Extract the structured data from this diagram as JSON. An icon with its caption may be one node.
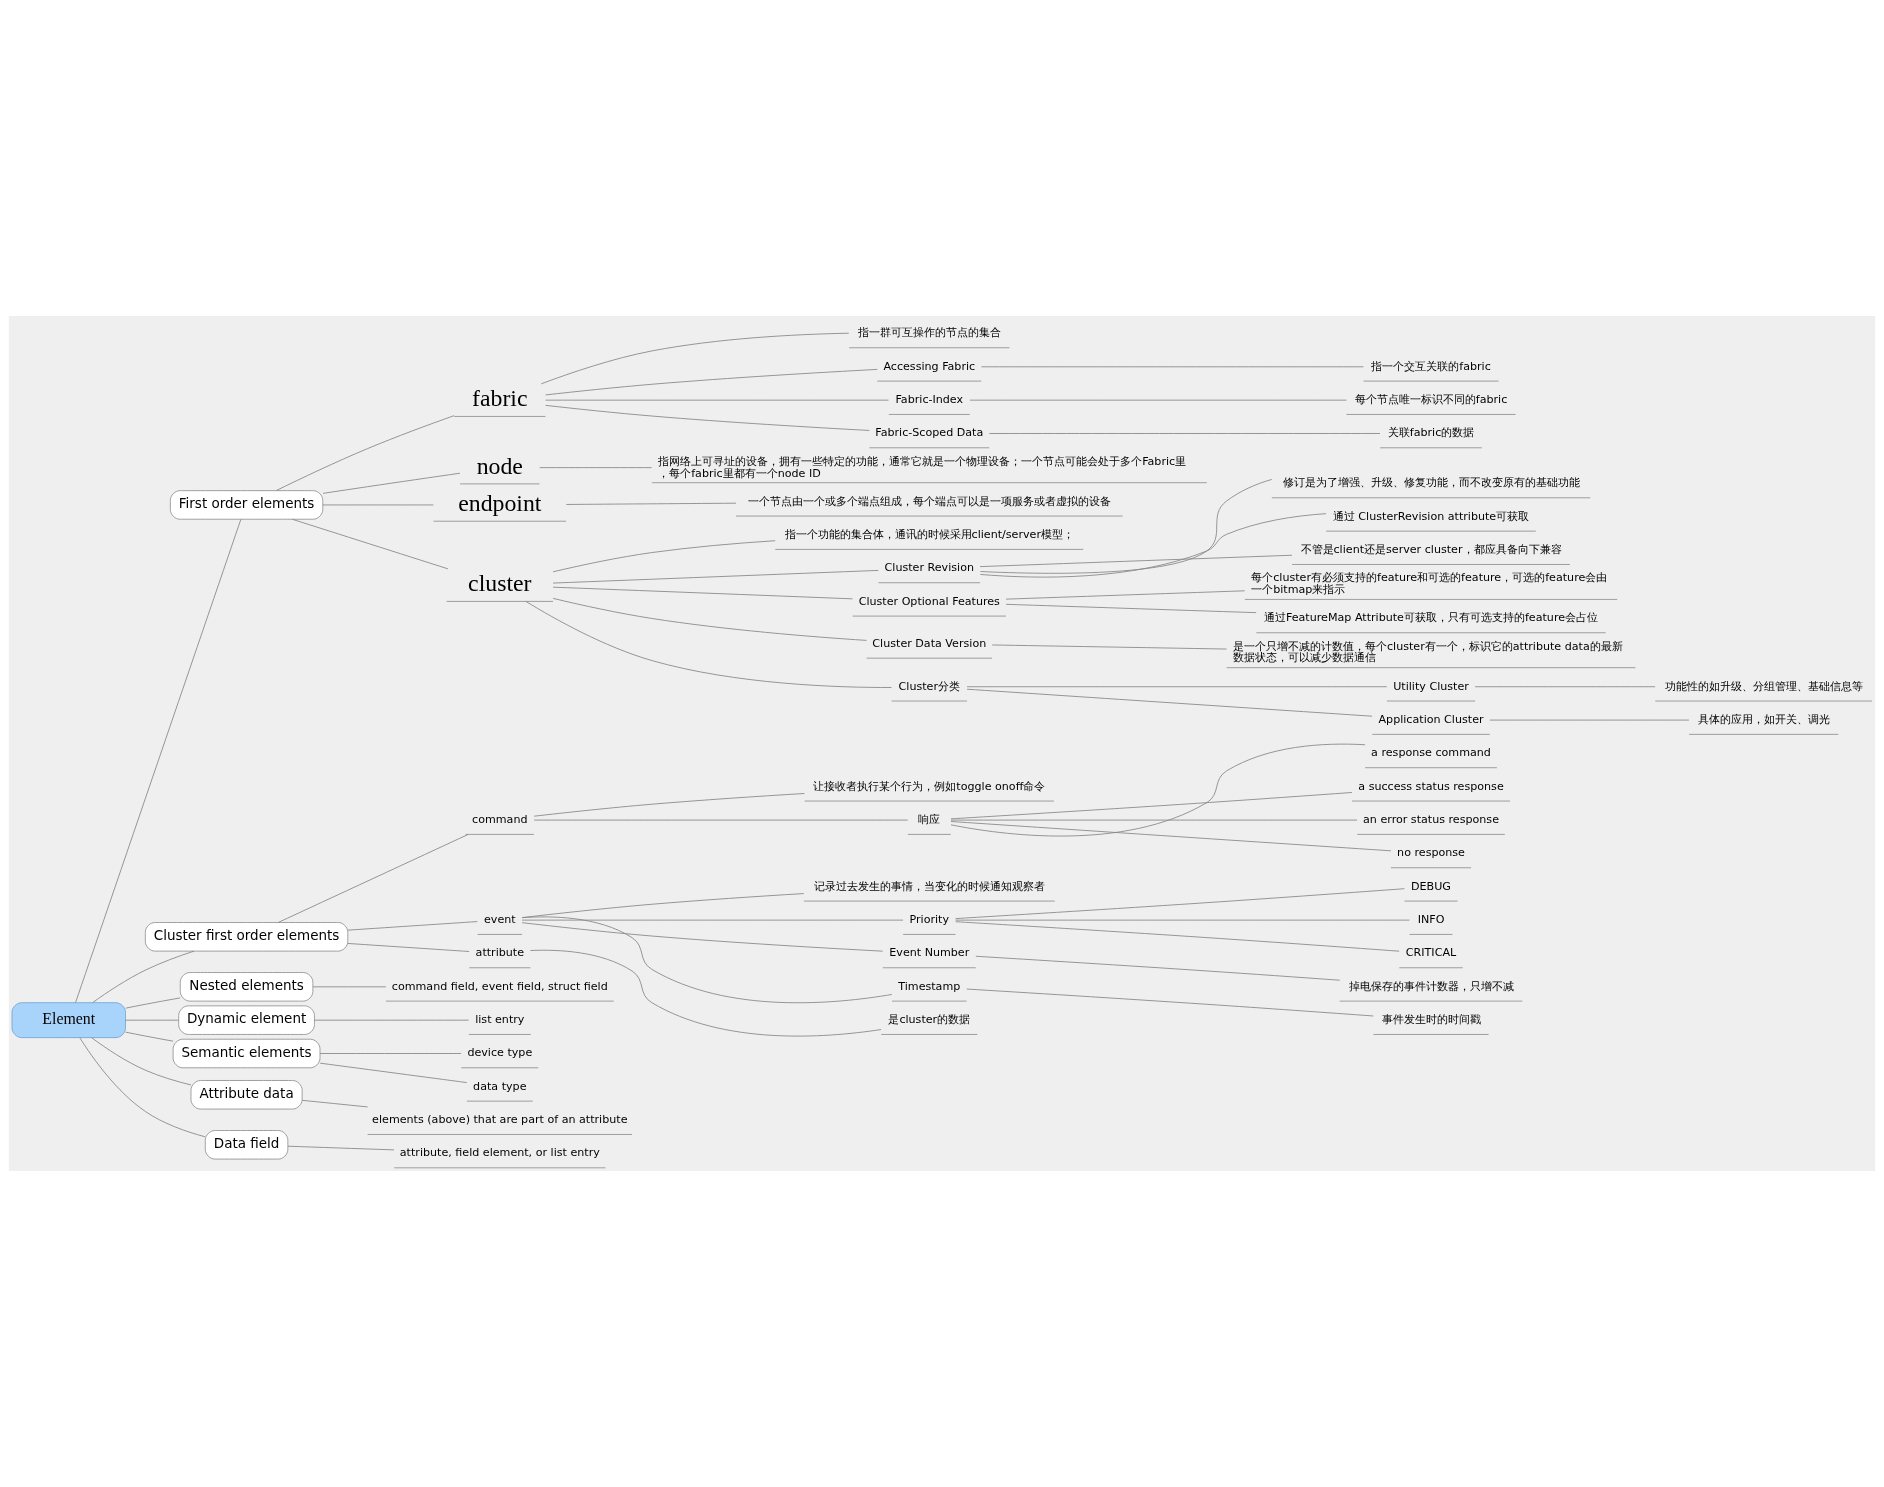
{
  "diagram": {
    "nodes": [
      {
        "text": [
          "Element"
        ]
      },
      {
        "text": [
          "First order elements"
        ]
      },
      {
        "text": [
          "fabric"
        ]
      },
      {
        "text": [
          "指一群可互操作的节点的集合"
        ]
      },
      {
        "text": [
          "Accessing Fabric"
        ]
      },
      {
        "text": [
          "指一个交互关联的fabric"
        ]
      },
      {
        "text": [
          "Fabric-Index"
        ]
      },
      {
        "text": [
          "每个节点唯一标识不同的fabric"
        ]
      },
      {
        "text": [
          "Fabric-Scoped Data"
        ]
      },
      {
        "text": [
          "关联fabric的数据"
        ]
      },
      {
        "text": [
          "node"
        ]
      },
      {
        "text": [
          "指网络上可寻址的设备，拥有一些特定的功能，通常它就是一个物理设备；一个节点可能会处于多个Fabric里，每个fabric里都有一个node ID"
        ]
      },
      {
        "text": [
          "endpoint"
        ]
      },
      {
        "text": [
          "一个节点由一个或多个端点组成，每个端点可以是一项服务或者虚拟的设备"
        ]
      },
      {
        "text": [
          "cluster"
        ]
      },
      {
        "text": [
          "指一个功能的集合体，通讯的时候采用client/server模型；"
        ]
      },
      {
        "text": [
          "Cluster Revision"
        ]
      },
      {
        "text": [
          "修订是为了增强、升级、修复功能，而不改变原有的基础功能"
        ]
      },
      {
        "text": [
          "通过 ClusterRevision attribute可获取"
        ]
      },
      {
        "text": [
          "不管是client还是server cluster，都应具备向下兼容"
        ]
      },
      {
        "text": [
          "Cluster Optional Features"
        ]
      },
      {
        "text": [
          "每个cluster有必须支持的feature和可选的feature，可选的feature会由一个bitmap来指示"
        ]
      },
      {
        "text": [
          "通过FeatureMap Attribute可获取，只有可选支持的feature会占位"
        ]
      },
      {
        "text": [
          "Cluster Data Version"
        ]
      },
      {
        "text": [
          "是一个只增不减的计数值，每个cluster有一个，标识它的attribute data的最新数据状态，可以减少数据通信"
        ]
      },
      {
        "text": [
          "Cluster分类"
        ]
      },
      {
        "text": [
          "Utility Cluster"
        ]
      },
      {
        "text": [
          "功能性的如升级、分组管理、基础信息等"
        ]
      },
      {
        "text": [
          "Application Cluster"
        ]
      },
      {
        "text": [
          "具体的应用，如开关、调光"
        ]
      },
      {
        "text": [
          "Cluster first order elements"
        ]
      },
      {
        "text": [
          "command"
        ]
      },
      {
        "text": [
          "让接收者执行某个行为，例如toggle onoff命令"
        ]
      },
      {
        "text": [
          "响应"
        ]
      },
      {
        "text": [
          "a response command"
        ]
      },
      {
        "text": [
          "a success status response"
        ]
      },
      {
        "text": [
          "an error status response"
        ]
      },
      {
        "text": [
          "no response"
        ]
      },
      {
        "text": [
          "event"
        ]
      },
      {
        "text": [
          "记录过去发生的事情，当变化的时候通知观察者"
        ]
      },
      {
        "text": [
          "Priority"
        ]
      },
      {
        "text": [
          "DEBUG"
        ]
      },
      {
        "text": [
          "INFO"
        ]
      },
      {
        "text": [
          "CRITICAL"
        ]
      },
      {
        "text": [
          "Event Number"
        ]
      },
      {
        "text": [
          "掉电保存的事件计数器，只增不减"
        ]
      },
      {
        "text": [
          "Timestamp"
        ]
      },
      {
        "text": [
          "事件发生时的时间戳"
        ]
      },
      {
        "text": [
          "attribute"
        ]
      },
      {
        "text": [
          "是cluster的数据"
        ]
      },
      {
        "text": [
          "Nested elements"
        ]
      },
      {
        "text": [
          "command field, event field, struct field"
        ]
      },
      {
        "text": [
          "Dynamic element"
        ]
      },
      {
        "text": [
          "list entry"
        ]
      },
      {
        "text": [
          "Semantic elements"
        ]
      },
      {
        "text": [
          "device type"
        ]
      },
      {
        "text": [
          "data type"
        ]
      },
      {
        "text": [
          "Attribute data"
        ]
      },
      {
        "text": [
          "elements (above) that are part of an attribute"
        ]
      },
      {
        "text": [
          "Data field"
        ]
      },
      {
        "text": [
          "attribute, field element, or list entry"
        ]
      }
    ],
    "edges": [
      {
        "from": 0,
        "to": 1,
        "arrow": "none"
      },
      {
        "from": 1,
        "to": 2,
        "arrow": "none"
      },
      {
        "from": 2,
        "to": 3,
        "arrow": "none"
      },
      {
        "from": 2,
        "to": 4,
        "arrow": "none"
      },
      {
        "from": 4,
        "to": 5,
        "arrow": "none"
      },
      {
        "from": 2,
        "to": 6,
        "arrow": "none"
      },
      {
        "from": 6,
        "to": 7,
        "arrow": "none"
      },
      {
        "from": 2,
        "to": 8,
        "arrow": "none"
      },
      {
        "from": 8,
        "to": 9,
        "arrow": "none"
      },
      {
        "from": 1,
        "to": 10,
        "arrow": "none"
      },
      {
        "from": 10,
        "to": 11,
        "arrow": "none"
      },
      {
        "from": 1,
        "to": 12,
        "arrow": "none"
      },
      {
        "from": 12,
        "to": 13,
        "arrow": "none"
      },
      {
        "from": 1,
        "to": 14,
        "arrow": "none"
      },
      {
        "from": 14,
        "to": 15,
        "arrow": "none"
      },
      {
        "from": 14,
        "to": 16,
        "arrow": "none"
      },
      {
        "from": 16,
        "to": 17,
        "arrow": "none"
      },
      {
        "from": 16,
        "to": 18,
        "arrow": "none"
      },
      {
        "from": 16,
        "to": 19,
        "arrow": "none"
      },
      {
        "from": 14,
        "to": 20,
        "arrow": "none"
      },
      {
        "from": 20,
        "to": 21,
        "arrow": "none"
      },
      {
        "from": 20,
        "to": 22,
        "arrow": "none"
      },
      {
        "from": 14,
        "to": 23,
        "arrow": "none"
      },
      {
        "from": 23,
        "to": 24,
        "arrow": "none"
      },
      {
        "from": 14,
        "to": 25,
        "arrow": "none"
      },
      {
        "from": 25,
        "to": 26,
        "arrow": "none"
      },
      {
        "from": 26,
        "to": 27,
        "arrow": "none"
      },
      {
        "from": 25,
        "to": 28,
        "arrow": "none"
      },
      {
        "from": 28,
        "to": 29,
        "arrow": "none"
      },
      {
        "from": 0,
        "to": 30,
        "arrow": "none"
      },
      {
        "from": 30,
        "to": 31,
        "arrow": "none"
      },
      {
        "from": 31,
        "to": 32,
        "arrow": "none"
      },
      {
        "from": 31,
        "to": 33,
        "arrow": "none"
      },
      {
        "from": 33,
        "to": 34,
        "arrow": "none"
      },
      {
        "from": 33,
        "to": 35,
        "arrow": "none"
      },
      {
        "from": 33,
        "to": 36,
        "arrow": "none"
      },
      {
        "from": 33,
        "to": 37,
        "arrow": "none"
      },
      {
        "from": 30,
        "to": 38,
        "arrow": "none"
      },
      {
        "from": 38,
        "to": 39,
        "arrow": "none"
      },
      {
        "from": 38,
        "to": 40,
        "arrow": "none"
      },
      {
        "from": 40,
        "to": 41,
        "arrow": "none"
      },
      {
        "from": 40,
        "to": 42,
        "arrow": "none"
      },
      {
        "from": 40,
        "to": 43,
        "arrow": "none"
      },
      {
        "from": 38,
        "to": 44,
        "arrow": "none"
      },
      {
        "from": 44,
        "to": 45,
        "arrow": "none"
      },
      {
        "from": 38,
        "to": 46,
        "arrow": "none"
      },
      {
        "from": 46,
        "to": 47,
        "arrow": "none"
      },
      {
        "from": 30,
        "to": 48,
        "arrow": "none"
      },
      {
        "from": 48,
        "to": 49,
        "arrow": "none"
      },
      {
        "from": 0,
        "to": 50,
        "arrow": "none"
      },
      {
        "from": 50,
        "to": 51,
        "arrow": "none"
      },
      {
        "from": 0,
        "to": 52,
        "arrow": "none"
      },
      {
        "from": 52,
        "to": 53,
        "arrow": "none"
      },
      {
        "from": 0,
        "to": 54,
        "arrow": "none"
      },
      {
        "from": 54,
        "to": 55,
        "arrow": "none"
      },
      {
        "from": 54,
        "to": 56,
        "arrow": "none"
      },
      {
        "from": 0,
        "to": 57,
        "arrow": "none"
      },
      {
        "from": 57,
        "to": 58,
        "arrow": "none"
      },
      {
        "from": 0,
        "to": 59,
        "arrow": "none"
      },
      {
        "from": 59,
        "to": 60,
        "arrow": "none"
      }
    ]
  }
}
